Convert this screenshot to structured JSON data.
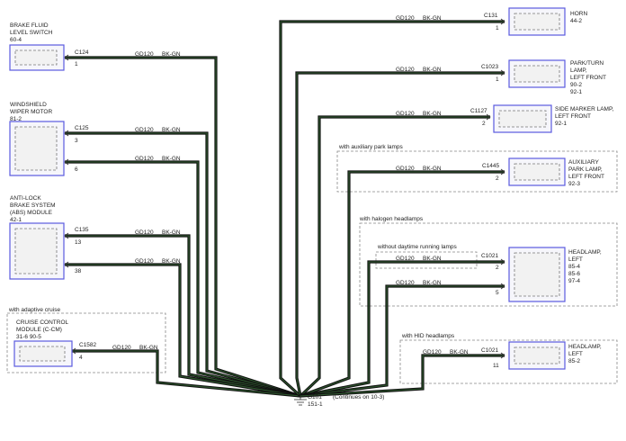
{
  "components": {
    "brake_fluid": {
      "name": [
        "BRAKE FLUID",
        "LEVEL SWITCH"
      ],
      "ref": "60-4"
    },
    "wiper": {
      "name": [
        "WINDSHIELD",
        "WIPER MOTOR"
      ],
      "ref": "81-2"
    },
    "abs": {
      "name": [
        "ANTI-LOCK",
        "BRAKE SYSTEM",
        "(ABS) MODULE"
      ],
      "ref": "42-1"
    },
    "ccm": {
      "name": [
        "CRUISE CONTROL",
        "MODULE (C-CM)"
      ],
      "ref": "31-6  90-5"
    },
    "horn": {
      "name": [
        "HORN"
      ],
      "ref": "44-2"
    },
    "park_turn": {
      "name": [
        "PARK/TURN",
        "LAMP,",
        "LEFT FRONT"
      ],
      "ref": "90-2\n92-1"
    },
    "side_marker": {
      "name": [
        "SIDE MARKER LAMP,",
        "LEFT FRONT"
      ],
      "ref": "92-1"
    },
    "aux_park": {
      "name": [
        "AUXILIARY",
        "PARK LAMP,",
        "LEFT FRONT"
      ],
      "ref": "92-3"
    },
    "headlamp_halogen": {
      "name": [
        "HEADLAMP,",
        "LEFT"
      ],
      "ref": "85-4\n85-6\n97-4"
    },
    "headlamp_hid": {
      "name": [
        "HEADLAMP,",
        "LEFT"
      ],
      "ref": "85-2"
    }
  },
  "option_labels": {
    "adaptive_cruise": "with adaptive cruise",
    "aux_park": "with auxiliary park lamps",
    "halogen": "with halogen headlamps",
    "no_drl": "without daytime running lamps",
    "hid": "with HID headlamps"
  },
  "wire_label": {
    "circuit": "GD120",
    "color": "BK-GN"
  },
  "connectors": {
    "c124": {
      "id": "C124",
      "pin": "1"
    },
    "c125a": {
      "id": "C125",
      "pin": "3"
    },
    "c125b": {
      "pin": "6"
    },
    "c135a": {
      "id": "C135",
      "pin": "13"
    },
    "c135b": {
      "pin": "38"
    },
    "c1582": {
      "id": "C1582",
      "pin": "4"
    },
    "c131": {
      "id": "C131",
      "pin": "1"
    },
    "c1023": {
      "id": "C1023",
      "pin": "1"
    },
    "c1127": {
      "id": "C1127",
      "pin": "2"
    },
    "c1445": {
      "id": "C1445",
      "pin": "2"
    },
    "c1021a": {
      "id": "C1021",
      "pin": "2"
    },
    "c1021b": {
      "pin": "5"
    },
    "c1021c": {
      "id": "C1021",
      "pin": "11"
    }
  },
  "ground": {
    "id": "G101",
    "ref": "151-1",
    "note": "(Continues on 10-3)"
  }
}
